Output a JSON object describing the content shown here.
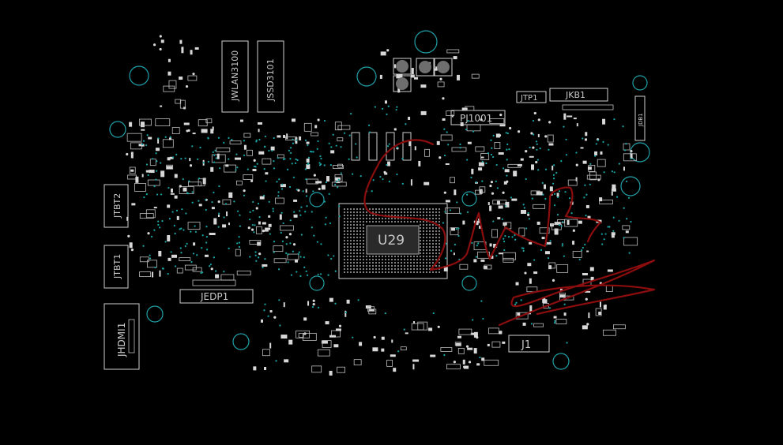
{
  "labels": {
    "jwlan": "JWLAN3100",
    "jssd": "JSSD3101",
    "pj1001": "PJ1001",
    "jtp1": "JTP1",
    "jkb1": "JKB1",
    "jtbt2": "JTBT2",
    "jtbt1": "JTBT1",
    "jhdmi1": "JHDMI1",
    "jedp1": "JEDP1",
    "u29": "U29",
    "j1": "J1",
    "jdb1": "JDB1"
  },
  "colors": {
    "background": "#000000",
    "silkscreen": "#cfcfcf",
    "via": "#1aa7a7",
    "mounting_hole": "#21a0a8",
    "annotation_ink": "#8b0d0d"
  }
}
